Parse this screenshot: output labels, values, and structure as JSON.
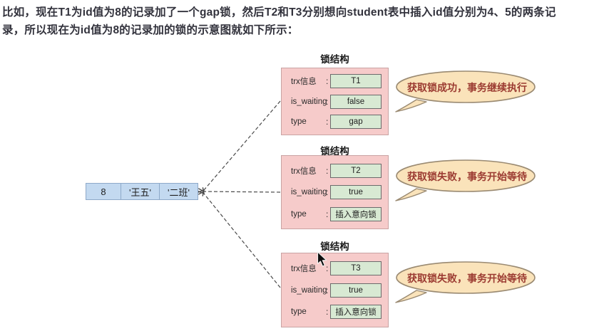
{
  "intro": {
    "line1": "比如，现在T1为id值为8的记录加了一个gap锁，然后T2和T3分别想向student表中插入id值分别为4、5的两条记",
    "line2": "录，所以现在为id值为8的记录加的锁的示意图就如下所示："
  },
  "record": {
    "cells": [
      "8",
      "'王五'",
      "'二班'"
    ]
  },
  "diagram": {
    "colon": ":"
  },
  "locks": [
    {
      "title": "锁结构",
      "rows": [
        {
          "label": "trx信息",
          "value": "T1"
        },
        {
          "label": "is_waiting",
          "value": "false"
        },
        {
          "label": "type",
          "value": "gap"
        }
      ],
      "bubble": "获取锁成功，事务继续执行"
    },
    {
      "title": "锁结构",
      "rows": [
        {
          "label": "trx信息",
          "value": "T2"
        },
        {
          "label": "is_waiting",
          "value": "true"
        },
        {
          "label": "type",
          "value": "插入意向锁"
        }
      ],
      "bubble": "获取锁失败，事务开始等待"
    },
    {
      "title": "锁结构",
      "rows": [
        {
          "label": "trx信息",
          "value": "T3"
        },
        {
          "label": "is_waiting",
          "value": "true"
        },
        {
          "label": "type",
          "value": "插入意向锁"
        }
      ],
      "bubble": "获取锁失败，事务开始等待"
    }
  ],
  "colors": {
    "record_fill": "#c3d9f0",
    "record_border": "#8ea9c9",
    "lock_box_fill": "#f6cbca",
    "lock_box_border": "#c9a3a3",
    "value_box_fill": "#d8e9d3",
    "value_box_border": "#6b6b6b",
    "bubble_fill": "#fae3ba",
    "bubble_border": "#9a8a72",
    "bubble_text": "#9b3a31",
    "connector": "#4a4a4a",
    "intro_text": "#32323c"
  }
}
